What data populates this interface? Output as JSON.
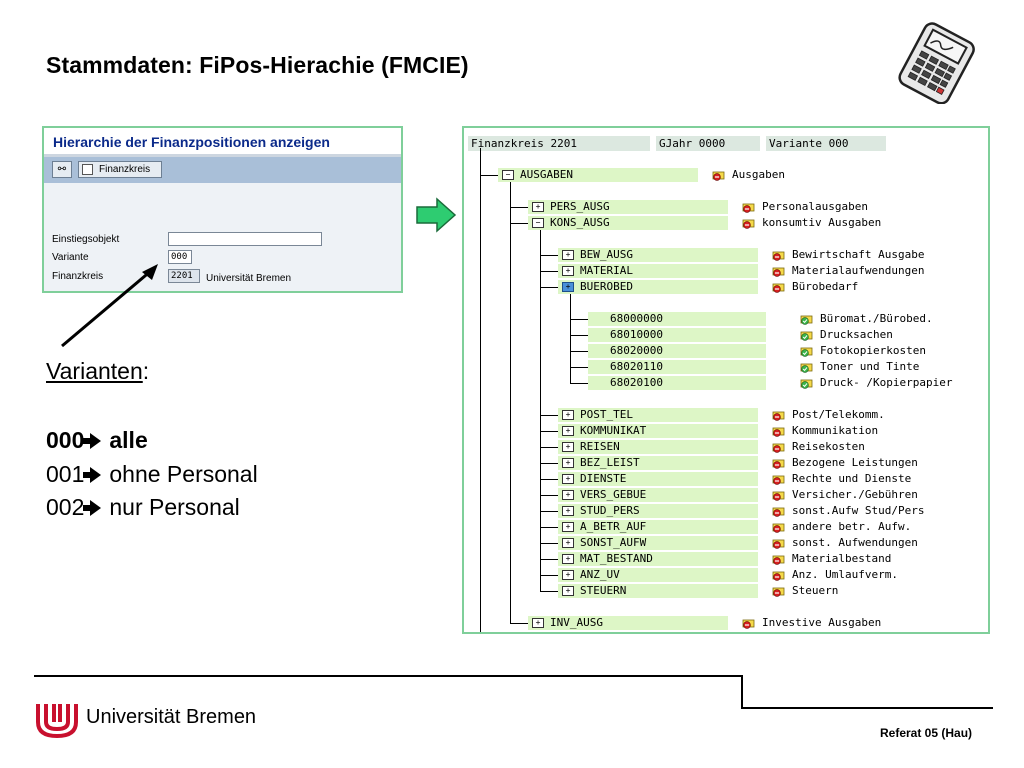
{
  "slide": {
    "title": "Stammdaten: FiPos-Hierachie (FMCIE)",
    "footer_university": "Universität Bremen",
    "footer_ref": "Referat 05 (Hau)"
  },
  "sap_screen": {
    "title": "Hierarchie der Finanzpositionen anzeigen",
    "toolbar_button": "Finanzkreis",
    "fields": [
      {
        "label": "Einstiegsobjekt",
        "value": ""
      },
      {
        "label": "Variante",
        "value": "000"
      },
      {
        "label": "Finanzkreis",
        "value": "2201"
      }
    ],
    "finanzkreis_text": "Universität Bremen"
  },
  "varianten": {
    "heading": "Varianten",
    "heading_suffix": ":",
    "lines": [
      {
        "code": "000",
        "text": "alle"
      },
      {
        "code": "001",
        "text": "ohne Personal"
      },
      {
        "code": "002",
        "text": "nur Personal"
      }
    ]
  },
  "tree": {
    "header": {
      "finanzkreis": "Finanzkreis 2201",
      "gjahr": "GJahr 0000",
      "variante": "Variante 000"
    },
    "rows": [
      {
        "id": "AUSGABEN",
        "desc": "Ausgaben",
        "state": "open"
      },
      {
        "id": "PERS_AUSG",
        "desc": "Personalausgaben",
        "state": "closed"
      },
      {
        "id": "KONS_AUSG",
        "desc": "konsumtiv Ausgaben",
        "state": "open"
      },
      {
        "id": "BEW_AUSG",
        "desc": "Bewirtschaft Ausgabe",
        "state": "closed"
      },
      {
        "id": "MATERIAL",
        "desc": "Materialaufwendungen",
        "state": "closed"
      },
      {
        "id": "BUEROBED",
        "desc": "Bürobedarf",
        "state": "selected"
      },
      {
        "id": "68000000",
        "desc": "Büromat./Bürobed.",
        "state": "leaf"
      },
      {
        "id": "68010000",
        "desc": "Drucksachen",
        "state": "leaf"
      },
      {
        "id": "68020000",
        "desc": "Fotokopierkosten",
        "state": "leaf"
      },
      {
        "id": "68020110",
        "desc": "Toner und Tinte",
        "state": "leaf"
      },
      {
        "id": "68020100",
        "desc": "Druck- /Kopierpapier",
        "state": "leaf"
      },
      {
        "id": "POST_TEL",
        "desc": "Post/Telekomm.",
        "state": "closed"
      },
      {
        "id": "KOMMUNIKAT",
        "desc": "Kommunikation",
        "state": "closed"
      },
      {
        "id": "REISEN",
        "desc": "Reisekosten",
        "state": "closed"
      },
      {
        "id": "BEZ_LEIST",
        "desc": "Bezogene Leistungen",
        "state": "closed"
      },
      {
        "id": "DIENSTE",
        "desc": "Rechte und Dienste",
        "state": "closed"
      },
      {
        "id": "VERS_GEBUE",
        "desc": "Versicher./Gebühren",
        "state": "closed"
      },
      {
        "id": "STUD_PERS",
        "desc": "sonst.Aufw Stud/Pers",
        "state": "closed"
      },
      {
        "id": "A_BETR_AUF",
        "desc": "andere betr. Aufw.",
        "state": "closed"
      },
      {
        "id": "SONST_AUFW",
        "desc": "sonst. Aufwendungen",
        "state": "closed"
      },
      {
        "id": "MAT_BESTAND",
        "desc": "Materialbestand",
        "state": "closed"
      },
      {
        "id": "ANZ_UV",
        "desc": "Anz. Umlaufverm.",
        "state": "closed"
      },
      {
        "id": "STEUERN",
        "desc": "Steuern",
        "state": "closed"
      },
      {
        "id": "INV_AUSG",
        "desc": "Investive Ausgaben",
        "state": "closed"
      }
    ]
  },
  "colors": {
    "node_bg": "#ddf6c6",
    "panel_border": "#7fcf9a",
    "sap_title": "#0b2a8a",
    "logo_red": "#c8102e"
  },
  "icons": [
    "calculator-icon",
    "glasses-icon",
    "finanzkreis-icon",
    "green-arrow-icon",
    "folder-stop-icon",
    "check-icon",
    "university-logo"
  ]
}
